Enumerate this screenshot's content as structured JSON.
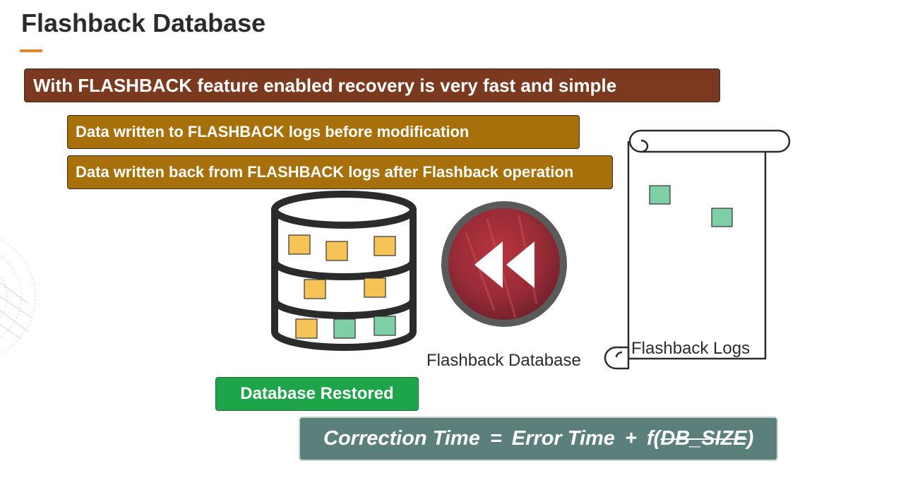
{
  "slide": {
    "title": "Flashback Database",
    "banner_main": "With FLASHBACK feature enabled recovery is very fast and simple",
    "banner_sub1": "Data written to FLASHBACK logs before modification",
    "banner_sub2": "Data written back from FLASHBACK logs after Flashback operation",
    "restored_label": "Database Restored",
    "caption_flashback_database": "Flashback Database",
    "caption_flashback_logs": "Flashback Logs",
    "formula": {
      "left": "Correction Time",
      "equals": "=",
      "middle": "Error Time",
      "plus": "+",
      "func_prefix": "f(",
      "func_struck": "DB_SIZE",
      "func_suffix": ")"
    }
  },
  "colors": {
    "title_accent": "#e08a2e",
    "banner_main": "#7b3a1f",
    "banner_sub": "#a7700a",
    "restored": "#1ea54a",
    "formula_bg": "#5b7f7a",
    "block_yellow": "#f6c356",
    "block_green": "#7fcfa6",
    "flashback_circle": "#a0303a"
  },
  "icons": {
    "database": "database-cylinder-icon",
    "rewind": "rewind-icon",
    "scroll": "scroll-log-icon"
  }
}
